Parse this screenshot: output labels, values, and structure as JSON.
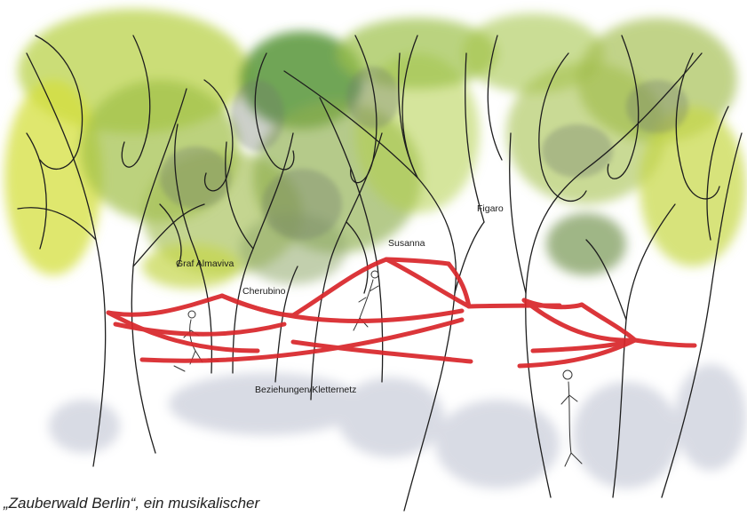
{
  "labels": {
    "figaro": "Figaro",
    "susanna": "Susanna",
    "graf": "Graf Almaviva",
    "cherubino": "Cherubino",
    "netz": "Beziehungen/Kletternetz"
  },
  "caption": "„Zauberwald Berlin“, ein musikalischer",
  "colors": {
    "rope": "#d9262a",
    "foliage_light": "#c9d84a",
    "foliage_mid": "#9cb944",
    "foliage_dark": "#5a8f2e",
    "shadow": "#9aa0b4"
  }
}
